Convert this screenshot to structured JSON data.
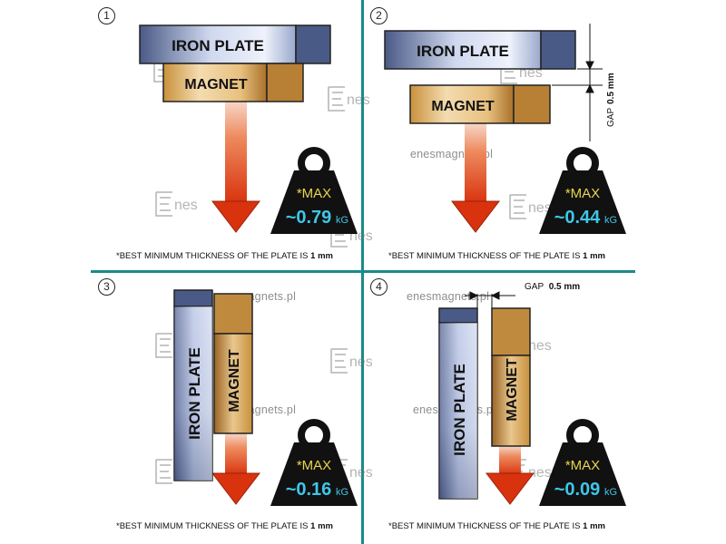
{
  "panels": [
    {
      "number": "1",
      "plate_label": "IRON PLATE",
      "magnet_label": "MAGNET",
      "max_label": "*MAX",
      "value": "~0.79",
      "unit": "kG",
      "note_prefix": "*BEST MINIMUM THICKNESS OF THE PLATE IS ",
      "note_value": "1 mm"
    },
    {
      "number": "2",
      "plate_label": "IRON PLATE",
      "magnet_label": "MAGNET",
      "max_label": "*MAX",
      "value": "~0.44",
      "unit": "kG",
      "gap_word": "GAP",
      "gap_value": "0.5 mm",
      "note_prefix": "*BEST MINIMUM THICKNESS OF THE PLATE IS ",
      "note_value": "1 mm"
    },
    {
      "number": "3",
      "plate_label": "IRON  PLATE",
      "magnet_label": "MAGNET",
      "max_label": "*MAX",
      "value": "~0.16",
      "unit": "kG",
      "note_prefix": "*BEST MINIMUM THICKNESS OF THE PLATE IS ",
      "note_value": "1 mm"
    },
    {
      "number": "4",
      "plate_label": "IRON PLATE",
      "magnet_label": "MAGNET",
      "max_label": "*MAX",
      "value": "~0.09",
      "unit": "kG",
      "gap_word": "GAP",
      "gap_value": "0.5 mm",
      "note_prefix": "*BEST MINIMUM THICKNESS OF THE PLATE IS ",
      "note_value": "1 mm"
    }
  ],
  "watermark": {
    "site": "enesmagnets.pl",
    "logo_letters": "nes",
    "logo_initial": "E"
  },
  "colors": {
    "divider": "#1a8a8a",
    "arrow": "#e34a1c",
    "weight": "#111111",
    "max_text": "#e8d44d",
    "value_text": "#3fc6e8"
  }
}
